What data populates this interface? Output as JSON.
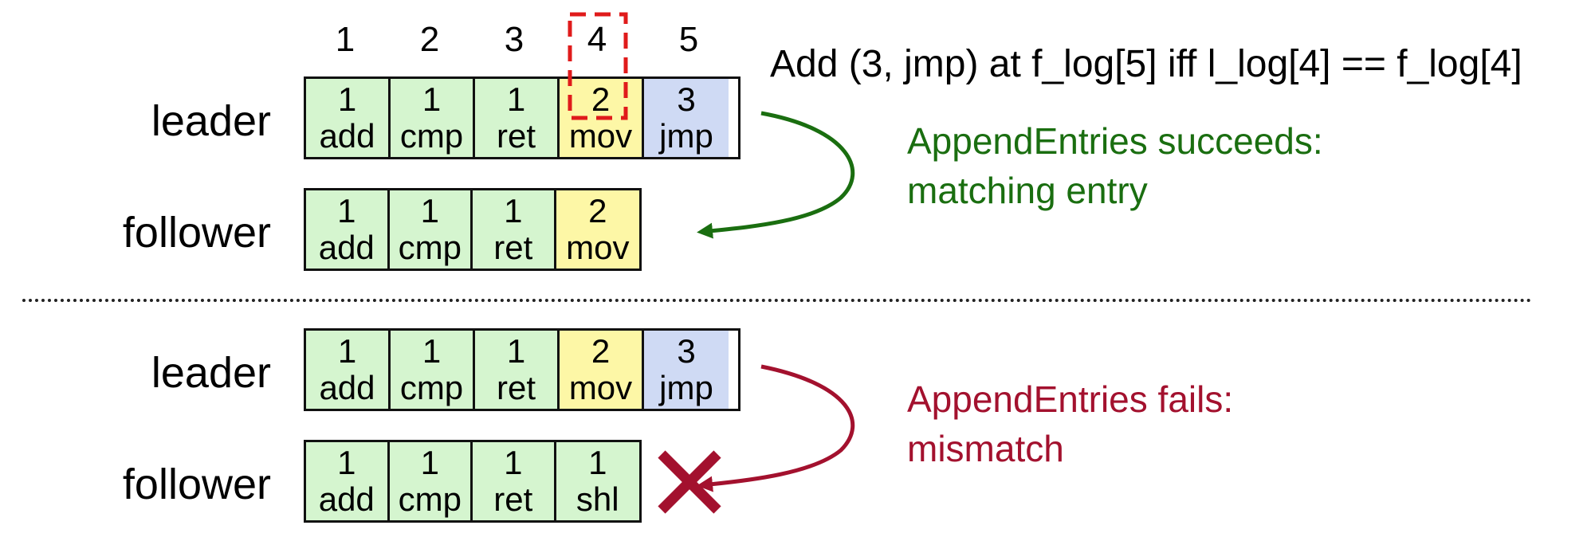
{
  "indices": [
    "1",
    "2",
    "3",
    "4",
    "5"
  ],
  "condition": "Add (3, jmp) at f_log[5] iff l_log[4] == f_log[4]",
  "scenarios": [
    {
      "leader": {
        "label": "leader",
        "entries": [
          {
            "term": "1",
            "cmd": "add",
            "color": "#d5f5cf"
          },
          {
            "term": "1",
            "cmd": "cmp",
            "color": "#d5f5cf"
          },
          {
            "term": "1",
            "cmd": "ret",
            "color": "#d5f5cf"
          },
          {
            "term": "2",
            "cmd": "mov",
            "color": "#fdf7a6"
          },
          {
            "term": "3",
            "cmd": "jmp",
            "color": "#cfdaf4"
          }
        ]
      },
      "follower": {
        "label": "follower",
        "entries": [
          {
            "term": "1",
            "cmd": "add",
            "color": "#d5f5cf"
          },
          {
            "term": "1",
            "cmd": "cmp",
            "color": "#d5f5cf"
          },
          {
            "term": "1",
            "cmd": "ret",
            "color": "#d5f5cf"
          },
          {
            "term": "2",
            "cmd": "mov",
            "color": "#fdf7a6"
          }
        ]
      },
      "caption_line1": "AppendEntries succeeds:",
      "caption_line2": "matching entry",
      "caption_color": "#1a6e10"
    },
    {
      "leader": {
        "label": "leader",
        "entries": [
          {
            "term": "1",
            "cmd": "add",
            "color": "#d5f5cf"
          },
          {
            "term": "1",
            "cmd": "cmp",
            "color": "#d5f5cf"
          },
          {
            "term": "1",
            "cmd": "ret",
            "color": "#d5f5cf"
          },
          {
            "term": "2",
            "cmd": "mov",
            "color": "#fdf7a6"
          },
          {
            "term": "3",
            "cmd": "jmp",
            "color": "#cfdaf4"
          }
        ]
      },
      "follower": {
        "label": "follower",
        "entries": [
          {
            "term": "1",
            "cmd": "add",
            "color": "#d5f5cf"
          },
          {
            "term": "1",
            "cmd": "cmp",
            "color": "#d5f5cf"
          },
          {
            "term": "1",
            "cmd": "ret",
            "color": "#d5f5cf"
          },
          {
            "term": "1",
            "cmd": "shl",
            "color": "#d5f5cf"
          }
        ]
      },
      "caption_line1": "AppendEntries fails:",
      "caption_line2": "mismatch",
      "caption_color": "#a3112e"
    }
  ],
  "colors": {
    "highlight_box": "#e01b1b",
    "success_arrow": "#1a6e10",
    "fail_arrow": "#a3112e"
  },
  "icons": {
    "fail_marker": "x-mark-icon"
  }
}
